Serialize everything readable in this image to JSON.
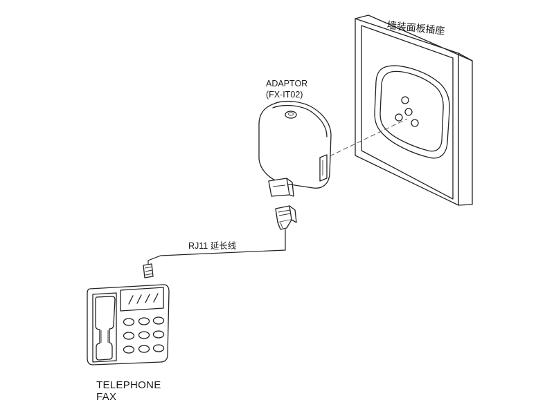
{
  "labels": {
    "wall_socket": "墙装面板插座",
    "adaptor_name": "ADAPTOR",
    "adaptor_model": "(FX-IT02)",
    "cable_code": "RJ11",
    "cable_desc": "延长线",
    "device_line1": "TELEPHONE",
    "device_line2": "FAX"
  }
}
